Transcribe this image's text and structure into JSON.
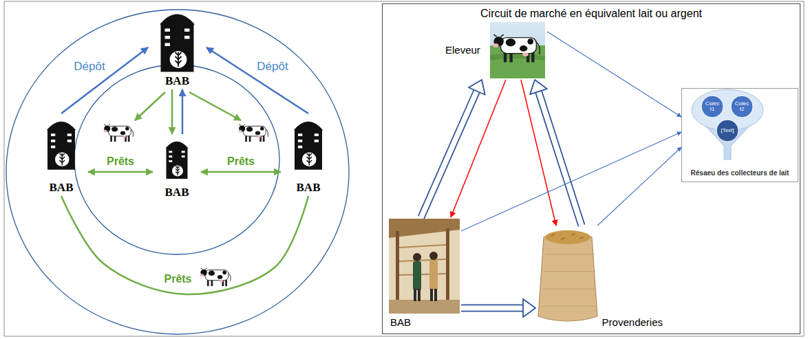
{
  "diagram": {
    "nodes": [
      {
        "text": [
          "BAB"
        ]
      },
      {
        "text": [
          "BAB"
        ]
      },
      {
        "text": [
          "BAB"
        ]
      },
      {
        "text": [
          "BAB"
        ]
      },
      {
        "text": [
          "Circuit de marché en équivalent lait ou argent"
        ]
      },
      {
        "text": [
          "Eleveur"
        ],
        "in": 4
      },
      {
        "text": [
          "Résaeu des collecteurs de lait"
        ],
        "in": 4
      },
      {
        "text": [
          "Colec t1"
        ],
        "in": 6
      },
      {
        "text": [
          "Colec t2"
        ],
        "in": 6
      },
      {
        "text": [
          "[Text]"
        ],
        "in": 6
      },
      {
        "text": [
          "BAB"
        ],
        "in": 4
      },
      {
        "text": [
          "Provenderies"
        ],
        "in": 4
      }
    ],
    "edges": [
      {
        "from": 1,
        "to": 0,
        "arrow": "to",
        "label": "Dépôt"
      },
      {
        "from": 3,
        "to": 0,
        "arrow": "to",
        "label": "Dépôt"
      },
      {
        "from": 0,
        "to": 2,
        "arrow": "to"
      },
      {
        "from": 2,
        "to": 0,
        "arrow": "to"
      },
      {
        "from": 1,
        "to": 2,
        "arrow": "both",
        "label": "Prêts"
      },
      {
        "from": 2,
        "to": 3,
        "arrow": "both",
        "label": "Prêts"
      },
      {
        "from": 1,
        "to": 3,
        "arrow": "none",
        "label": "Prêts"
      },
      {
        "from": 10,
        "to": 5,
        "arrow": "to"
      },
      {
        "from": 11,
        "to": 5,
        "arrow": "to"
      },
      {
        "from": 5,
        "to": 10,
        "arrow": "to"
      },
      {
        "from": 5,
        "to": 11,
        "arrow": "to"
      },
      {
        "from": 10,
        "to": 11,
        "arrow": "to"
      },
      {
        "from": 5,
        "to": 6,
        "arrow": "to"
      },
      {
        "from": 10,
        "to": 6,
        "arrow": "to"
      },
      {
        "from": 11,
        "to": 6,
        "arrow": "to"
      }
    ]
  }
}
